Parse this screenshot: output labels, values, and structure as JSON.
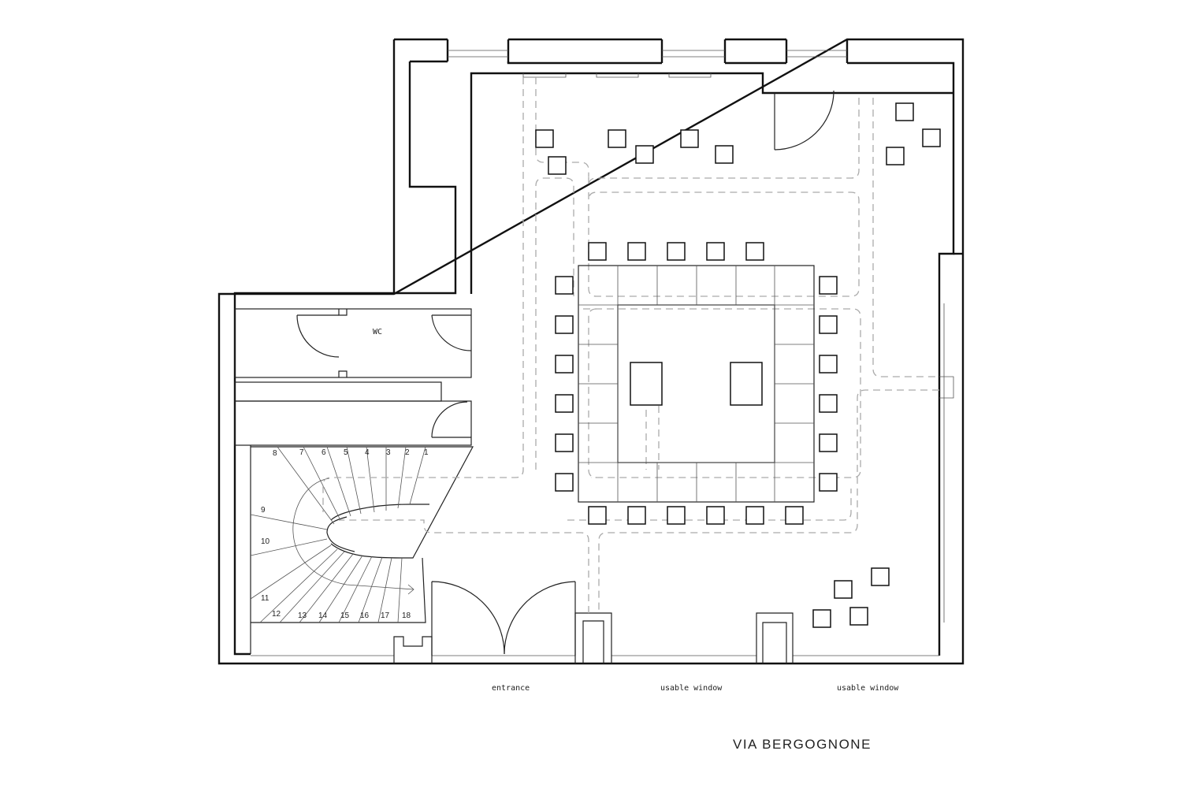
{
  "labels": {
    "wc": "WC",
    "entrance": "entrance",
    "window_1": "usable window",
    "window_2": "usable window",
    "street": "VIA BERGOGNONE"
  },
  "stair_steps": [
    "1",
    "2",
    "3",
    "4",
    "5",
    "6",
    "7",
    "8",
    "9",
    "10",
    "11",
    "12",
    "13",
    "14",
    "15",
    "16",
    "17",
    "18"
  ]
}
